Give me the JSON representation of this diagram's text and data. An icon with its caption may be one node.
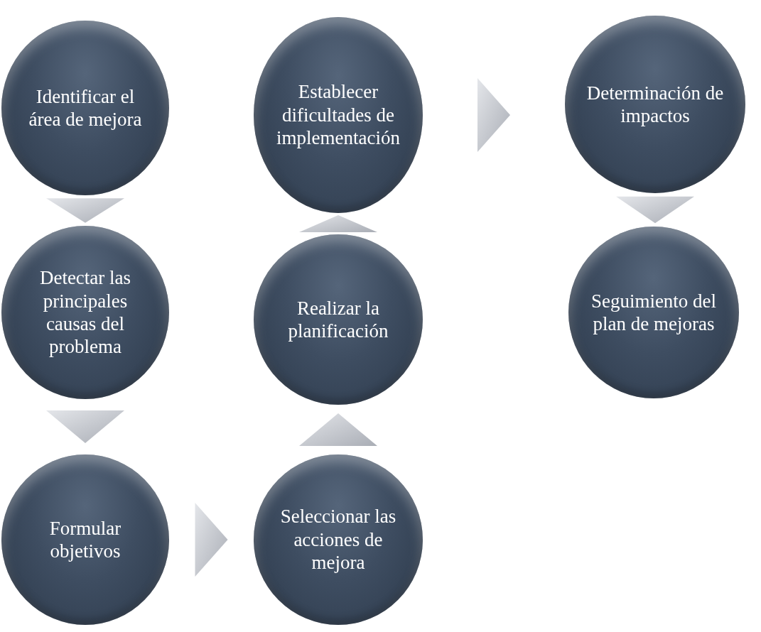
{
  "diagram": {
    "nodes": [
      {
        "text": [
          "Identificar el área de mejora"
        ]
      },
      {
        "text": [
          "Detectar las principales causas del problema"
        ]
      },
      {
        "text": [
          "Formular objetivos"
        ]
      },
      {
        "text": [
          "Seleccionar las acciones de mejora"
        ]
      },
      {
        "text": [
          "Realizar la planificación"
        ]
      },
      {
        "text": [
          "Establecer dificultades de implementación"
        ]
      },
      {
        "text": [
          "Determinación de impactos"
        ]
      },
      {
        "text": [
          "Seguimiento del plan de mejoras"
        ]
      }
    ],
    "edges": [
      {
        "from": 0,
        "to": 1,
        "arrow": "to"
      },
      {
        "from": 1,
        "to": 2,
        "arrow": "to"
      },
      {
        "from": 2,
        "to": 3,
        "arrow": "to"
      },
      {
        "from": 3,
        "to": 4,
        "arrow": "to"
      },
      {
        "from": 4,
        "to": 5,
        "arrow": "to"
      },
      {
        "from": 5,
        "to": 6,
        "arrow": "to"
      },
      {
        "from": 6,
        "to": 7,
        "arrow": "to"
      }
    ]
  }
}
